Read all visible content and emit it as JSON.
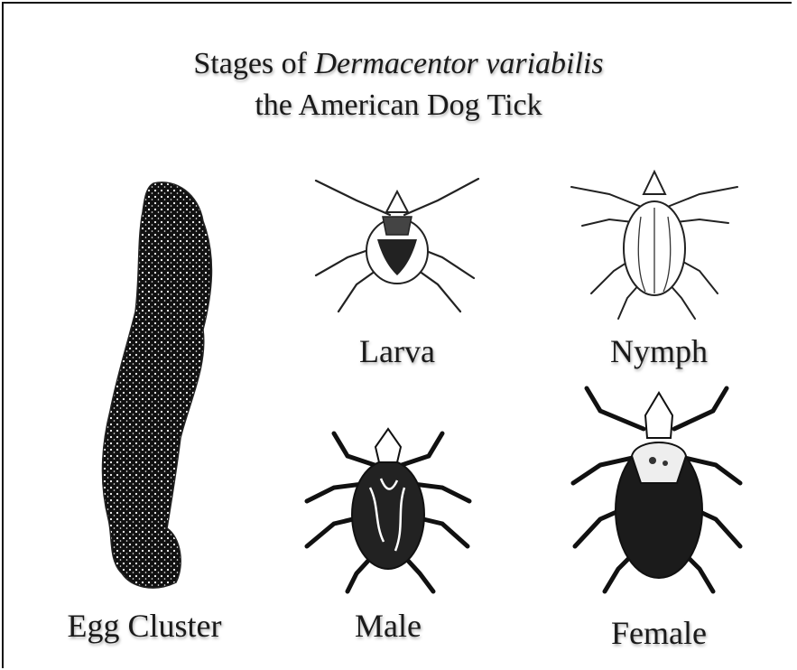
{
  "title": {
    "prefix": "Stages of ",
    "species": "Dermacentor variabilis",
    "subtitle": "the American Dog Tick"
  },
  "stages": {
    "egg_cluster": "Egg Cluster",
    "larva": "Larva",
    "nymph": "Nymph",
    "male": "Male",
    "female": "Female"
  },
  "colors": {
    "ink": "#1a1a1a",
    "background": "#ffffff",
    "frame": "#111111"
  }
}
